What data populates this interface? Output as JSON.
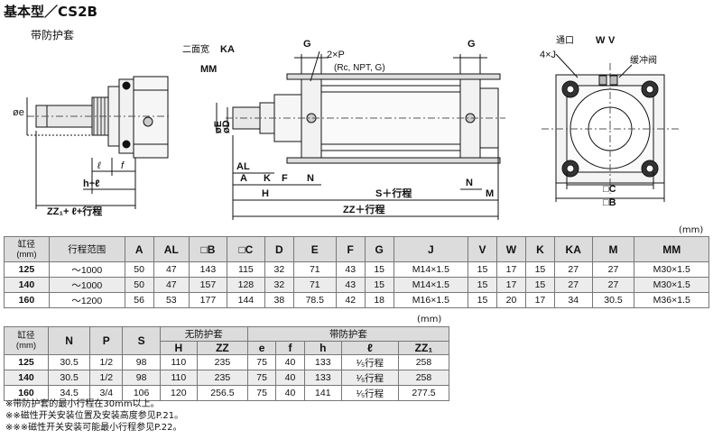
{
  "header": {
    "title": "基本型／CS2B",
    "subtitle": "带防护套"
  },
  "drawing": {
    "labels": {
      "e": "øe",
      "f": "f",
      "l": "ℓ",
      "h_l": "h+ℓ",
      "zz1": "ZZ₁+ ℓ+行程",
      "two_face": "二面宽",
      "ka": "KA",
      "mm": "MM",
      "g_left": "G",
      "g_right": "G",
      "p": "2×P",
      "p_note": "(Rc, NPT, G)",
      "oe": "øE",
      "od": "øD",
      "al": "AL",
      "a": "A",
      "k": "K",
      "f2": "F",
      "n_left": "N",
      "h": "H",
      "s_stroke": "S＋行程",
      "n_right": "N",
      "m": "M",
      "zz": "ZZ＋行程",
      "port": "通口",
      "w": "W",
      "v": "V",
      "four_j": "4×J",
      "cushion": "缓冲阀",
      "c": "□C",
      "b": "□B"
    }
  },
  "table1": {
    "unit": "(mm)",
    "headers": [
      "缸径\n(mm)",
      "行程范围",
      "A",
      "AL",
      "□B",
      "□C",
      "D",
      "E",
      "F",
      "G",
      "J",
      "V",
      "W",
      "K",
      "KA",
      "M",
      "MM"
    ],
    "rows": [
      [
        "125",
        "～1000",
        "50",
        "47",
        "143",
        "115",
        "32",
        "71",
        "43",
        "15",
        "M14×1.5",
        "15",
        "17",
        "15",
        "27",
        "27",
        "M30×1.5"
      ],
      [
        "140",
        "～1000",
        "50",
        "47",
        "157",
        "128",
        "32",
        "71",
        "43",
        "15",
        "M14×1.5",
        "15",
        "17",
        "15",
        "27",
        "27",
        "M30×1.5"
      ],
      [
        "160",
        "～1200",
        "56",
        "53",
        "177",
        "144",
        "38",
        "78.5",
        "42",
        "18",
        "M16×1.5",
        "15",
        "20",
        "17",
        "34",
        "30.5",
        "M36×1.5"
      ]
    ]
  },
  "table2": {
    "unit": "(mm)",
    "header_bore": "缸径\n(mm)",
    "headers_simple": [
      "N",
      "P",
      "S"
    ],
    "group_no_boot": "无防护套",
    "group_boot": "带防护套",
    "sub_no_boot": [
      "H",
      "ZZ"
    ],
    "sub_boot": [
      "e",
      "f",
      "h",
      "ℓ",
      "ZZ₁"
    ],
    "rows": [
      [
        "125",
        "30.5",
        "1/2",
        "98",
        "110",
        "235",
        "75",
        "40",
        "133",
        "¹⁄₅行程",
        "258"
      ],
      [
        "140",
        "30.5",
        "1/2",
        "98",
        "110",
        "235",
        "75",
        "40",
        "133",
        "¹⁄₅行程",
        "258"
      ],
      [
        "160",
        "34.5",
        "3/4",
        "106",
        "120",
        "256.5",
        "75",
        "40",
        "141",
        "¹⁄₅行程",
        "277.5"
      ]
    ]
  },
  "notes": [
    "※带防护套的最小行程在30mm以上。",
    "※※磁性开关安装位置及安装高度参见P.21。",
    "※※※磁性开关安装可能最小行程参见P.22。"
  ]
}
